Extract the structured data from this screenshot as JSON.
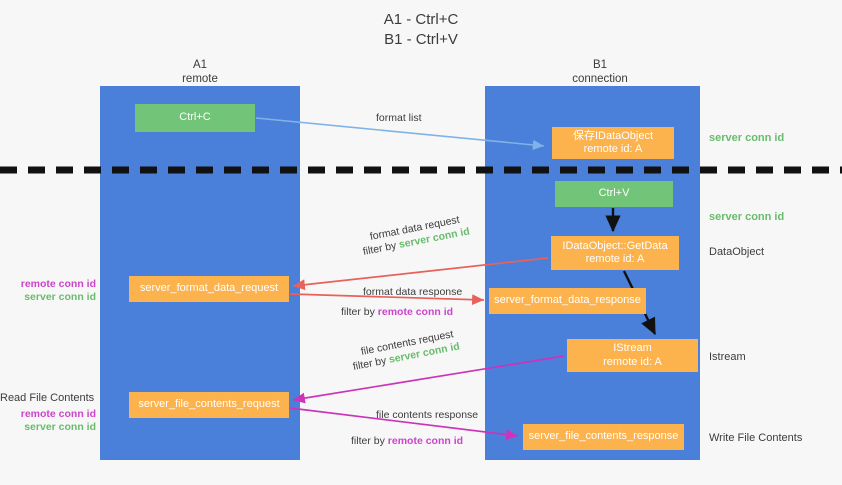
{
  "title": {
    "line1": "A1 - Ctrl+C",
    "line2": "B1 - Ctrl+V"
  },
  "lanes": [
    {
      "name": "A1",
      "sub": "remote"
    },
    {
      "name": "B1",
      "sub": "connection"
    }
  ],
  "boxes": {
    "ctrl_c": "Ctrl+C",
    "data_object": {
      "line1": "保存IDataObject",
      "line2": "remote id: A"
    },
    "ctrl_v": "Ctrl+V",
    "get_data": {
      "line1": "IDataObject::GetData",
      "line2": "remote id: A"
    },
    "format_data_request": "server_format_data_request",
    "format_data_response": "server_format_data_response",
    "istream": {
      "line1": "IStream",
      "line2": "remote id: A"
    },
    "file_contents_request": "server_file_contents_request",
    "file_contents_response": "server_file_contents_response"
  },
  "edge_labels": {
    "format_list": "format list",
    "format_data_request": "format data request",
    "format_data_request_filter_prefix": "filter by ",
    "format_data_request_filter_value": "server conn id",
    "format_data_response": "format data response",
    "format_data_response_filter_prefix": "filter by ",
    "format_data_response_filter_value": "remote conn id",
    "file_contents_request": "file contents request",
    "file_contents_request_filter_prefix": "filter by ",
    "file_contents_request_filter_value": "server conn id",
    "file_contents_response": "file contents response",
    "file_contents_response_filter_prefix": "filter by ",
    "file_contents_response_filter_value": "remote conn id"
  },
  "right_notes": {
    "server_conn_id_1": "server conn id",
    "server_conn_id_2": "server conn id",
    "data_object": "DataObject",
    "istream": "Istream",
    "write_file_contents": "Write File Contents"
  },
  "left_notes": {
    "remote_conn_id_1": "remote conn id",
    "server_conn_id_1": "server conn id",
    "read_file_contents": "Read File Contents",
    "remote_conn_id_2": "remote conn id",
    "server_conn_id_2": "server conn id"
  },
  "colors": {
    "lane": "#4a80d9",
    "green_box": "#72c479",
    "orange_box": "#fcb24d",
    "green_text": "#69bb6e",
    "magenta_text": "#cc44cc",
    "red_arrow": "#e8615a",
    "magenta_arrow": "#cc33bb",
    "blue_arrow": "#7fb3e8",
    "black_arrow": "#000000",
    "background": "#f7f7f7"
  }
}
